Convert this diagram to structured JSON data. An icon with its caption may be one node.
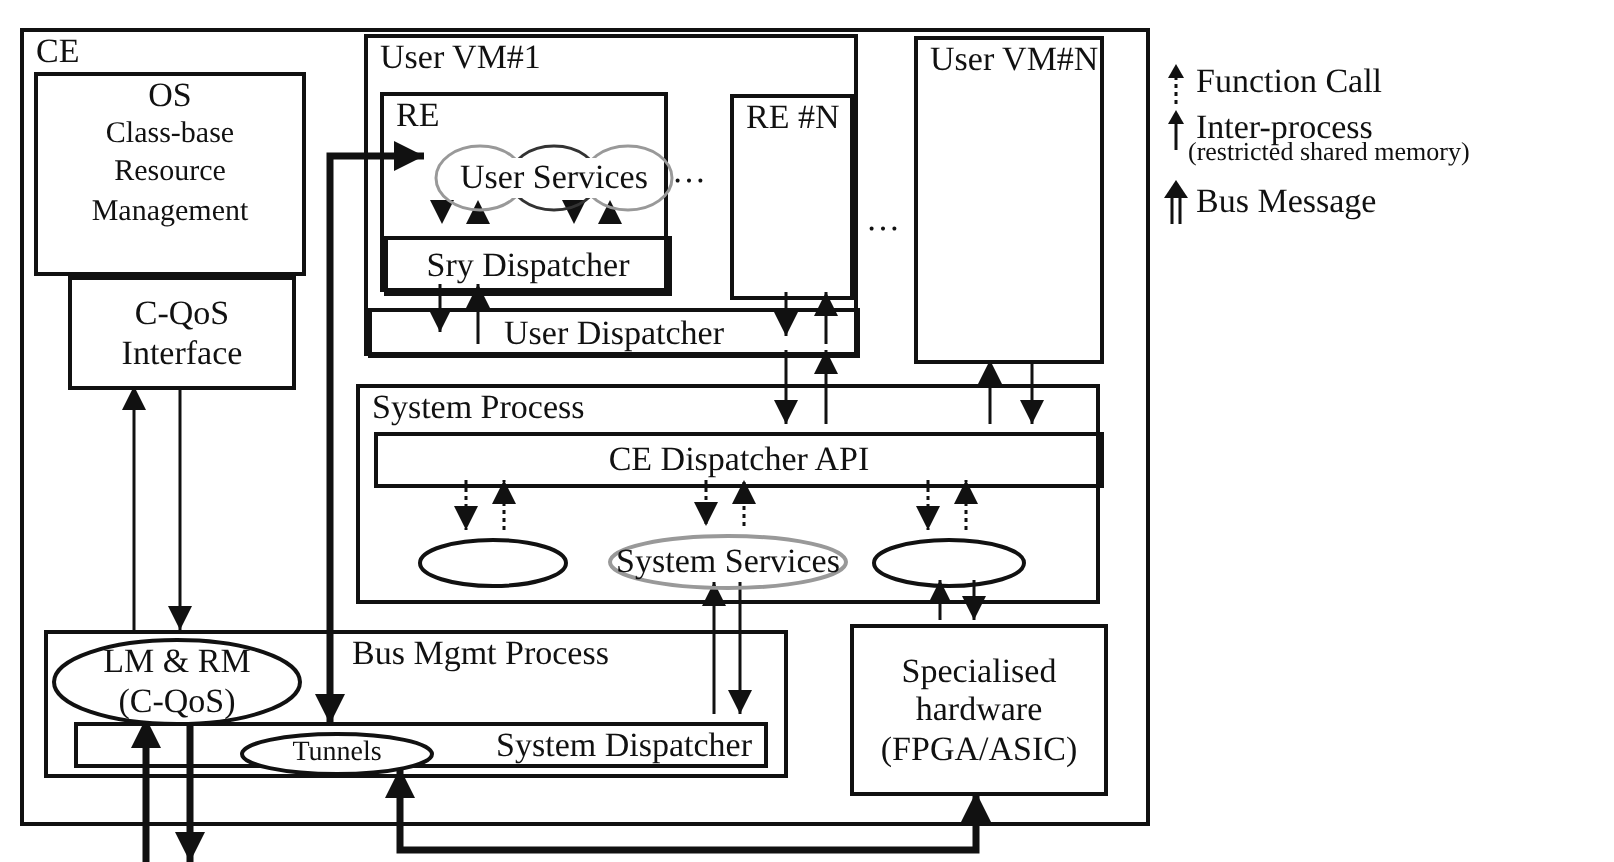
{
  "diagram": {
    "nodes": [
      {
        "text": [
          "CE"
        ]
      },
      {
        "text": [
          "OS",
          "Class-base Resource Management"
        ],
        "in": 0
      },
      {
        "text": [
          "C-QoS Interface"
        ],
        "in": 0
      },
      {
        "text": [
          "User VM#1"
        ],
        "in": 0
      },
      {
        "text": [
          "RE"
        ],
        "in": 3
      },
      {
        "text": [
          "User Services"
        ],
        "in": 4
      },
      {
        "text": [
          "Sry Dispatcher"
        ],
        "in": 4
      },
      {
        "text": [
          "User Dispatcher"
        ],
        "in": 3
      },
      {
        "text": [
          "RE #N"
        ],
        "in": 3
      },
      {
        "text": [
          "User VM#N"
        ],
        "in": 0
      },
      {
        "text": [
          "System Process"
        ],
        "in": 0
      },
      {
        "text": [
          "CE Dispatcher API"
        ],
        "in": 10
      },
      {
        "text": [],
        "shape": "circle",
        "in": 10
      },
      {
        "text": [
          "System Services"
        ],
        "in": 10
      },
      {
        "text": [],
        "shape": "circle",
        "in": 10
      },
      {
        "text": [
          "Bus Mgmt Process"
        ],
        "in": 0
      },
      {
        "text": [
          "LM & RM (C-QoS)"
        ],
        "in": 15
      },
      {
        "text": [
          "System Dispatcher"
        ],
        "in": 15
      },
      {
        "text": [
          "Tunnels"
        ],
        "in": 15
      },
      {
        "text": [
          "Specialised hardware (FPGA/ASIC)"
        ],
        "in": 0
      }
    ],
    "edges": [
      {
        "from": 16,
        "to": 2,
        "arrow": "to"
      },
      {
        "from": 2,
        "to": 16,
        "arrow": "to"
      },
      {
        "from": 18,
        "to": 5,
        "arrow": "both",
        "style": "thick"
      },
      {
        "from": 5,
        "to": 6,
        "arrow": "to",
        "style": "dashed"
      },
      {
        "from": 6,
        "to": 5,
        "arrow": "to",
        "style": "dashed"
      },
      {
        "from": 5,
        "to": 6,
        "arrow": "to",
        "style": "dashed"
      },
      {
        "from": 6,
        "to": 5,
        "arrow": "to",
        "style": "dashed"
      },
      {
        "from": 6,
        "to": 7,
        "arrow": "to"
      },
      {
        "from": 7,
        "to": 6,
        "arrow": "to"
      },
      {
        "from": 8,
        "to": 7,
        "arrow": "to"
      },
      {
        "from": 7,
        "to": 8,
        "arrow": "to"
      },
      {
        "from": 7,
        "to": 11,
        "arrow": "to"
      },
      {
        "from": 11,
        "to": 7,
        "arrow": "to"
      },
      {
        "from": 11,
        "to": 9,
        "arrow": "to"
      },
      {
        "from": 9,
        "to": 11,
        "arrow": "to"
      },
      {
        "from": 11,
        "to": 12,
        "arrow": "to",
        "style": "dashed"
      },
      {
        "from": 12,
        "to": 11,
        "arrow": "to",
        "style": "dashed"
      },
      {
        "from": 11,
        "to": 13,
        "arrow": "to",
        "style": "dashed"
      },
      {
        "from": 13,
        "to": 11,
        "arrow": "to",
        "style": "dashed"
      },
      {
        "from": 11,
        "to": 14,
        "arrow": "to",
        "style": "dashed"
      },
      {
        "from": 14,
        "to": 11,
        "arrow": "to",
        "style": "dashed"
      },
      {
        "from": 17,
        "to": 13,
        "arrow": "to"
      },
      {
        "from": 13,
        "to": 17,
        "arrow": "to"
      },
      {
        "from": 19,
        "to": 14,
        "arrow": "to"
      },
      {
        "from": 14,
        "to": 19,
        "arrow": "to"
      },
      {
        "from": 18,
        "to": 19,
        "arrow": "both",
        "style": "thick"
      },
      {
        "from": null,
        "to": 16,
        "arrow": "to",
        "style": "thick"
      },
      {
        "from": 16,
        "to": null,
        "arrow": "to",
        "style": "thick"
      }
    ],
    "labels": [
      "…",
      "…",
      "(restricted shared memory)"
    ],
    "legend": [
      {
        "text": "Function Call"
      },
      {
        "text": "Inter-process"
      },
      {
        "text": "Bus Message"
      }
    ]
  }
}
